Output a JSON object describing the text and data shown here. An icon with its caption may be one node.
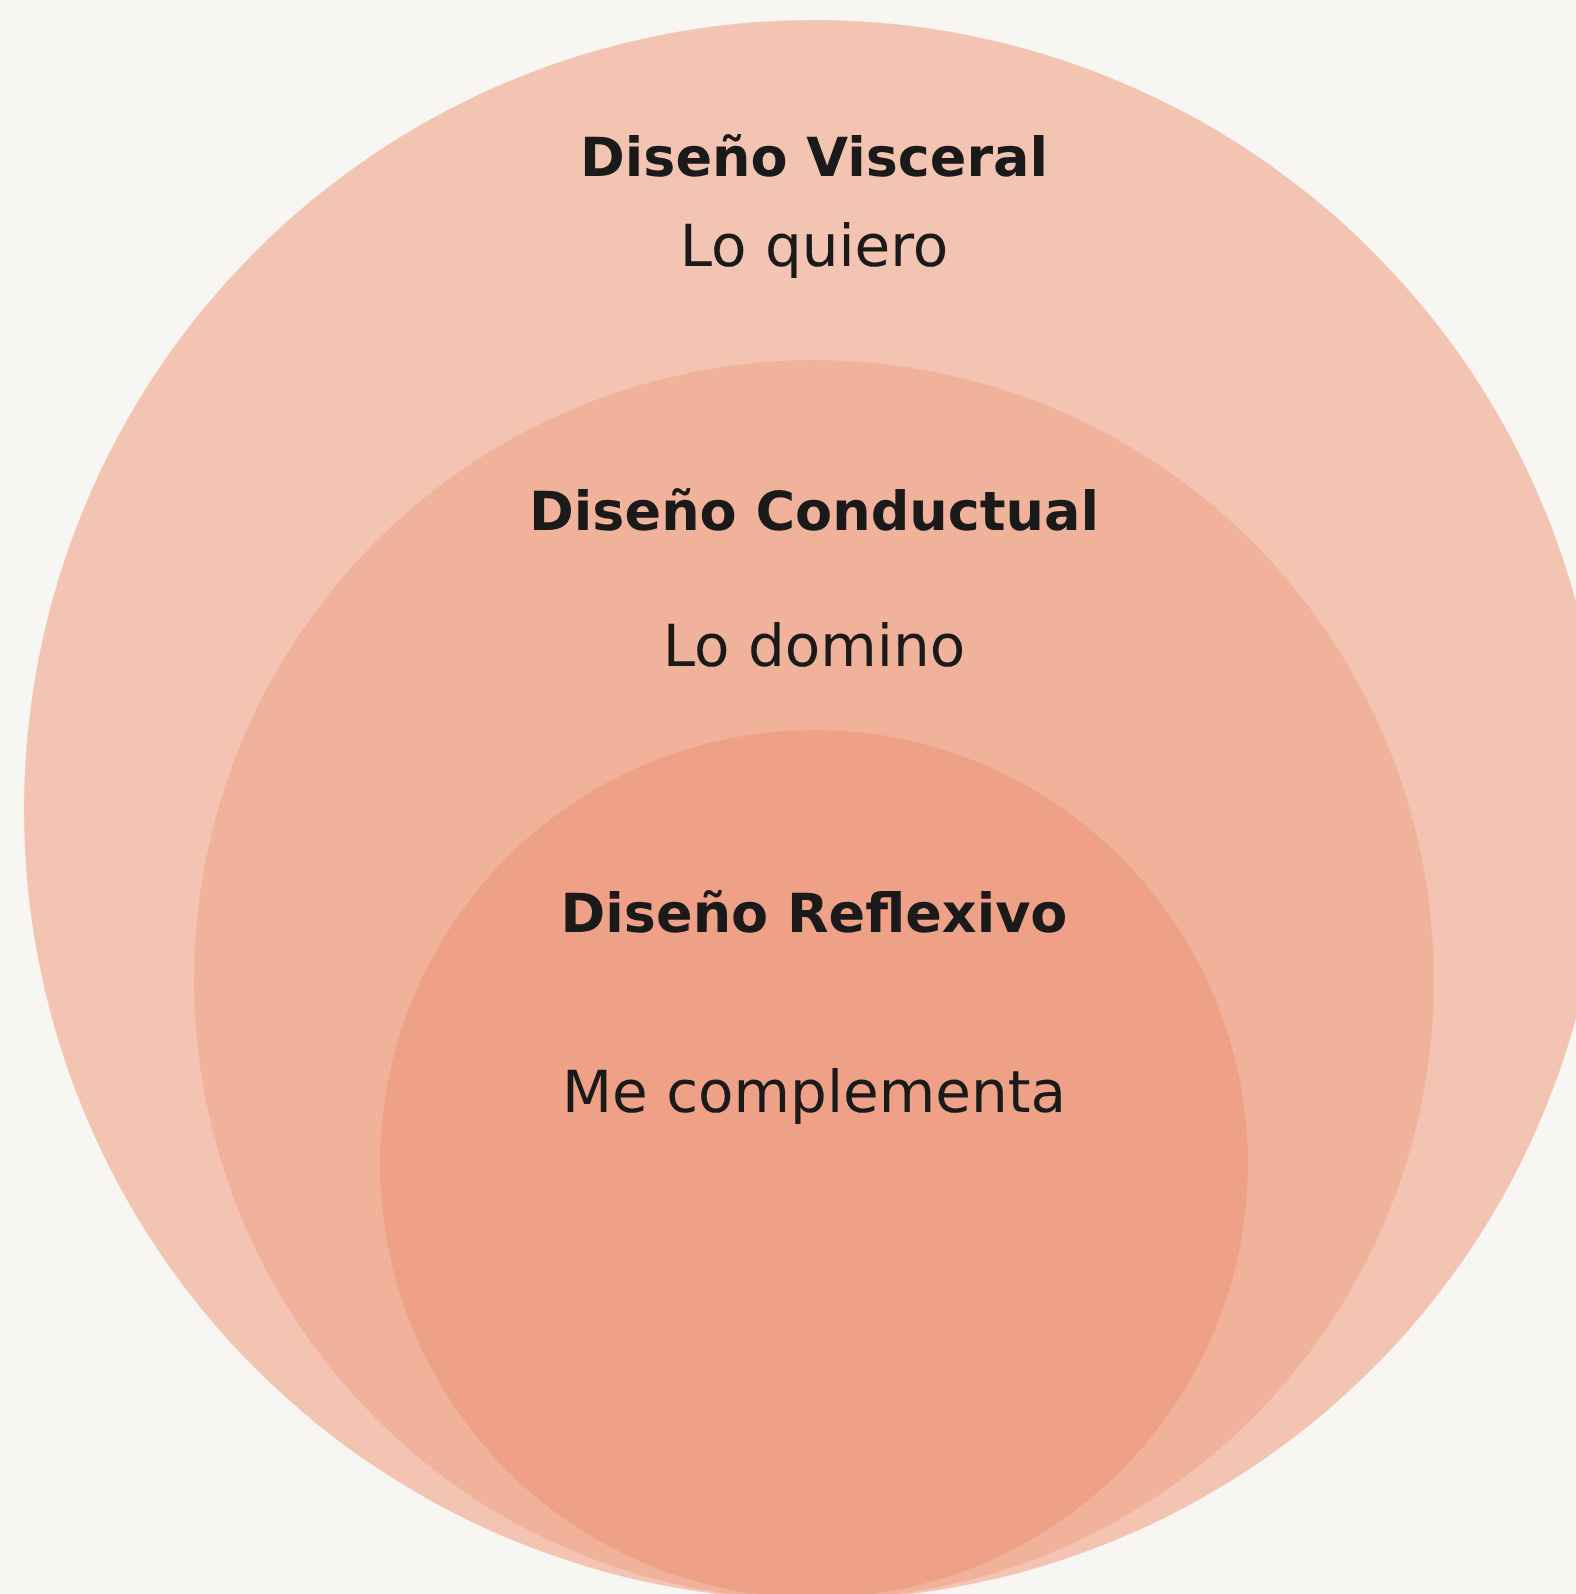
{
  "diagram": {
    "nodes": [
      {
        "text": [
          "Diseño Visceral",
          "Lo quiero"
        ]
      },
      {
        "text": [
          "Diseño Conductual",
          "Lo domino"
        ],
        "in": 0
      },
      {
        "text": [
          "Diseño Reflexivo",
          "Me complementa"
        ],
        "in": 1
      }
    ]
  }
}
